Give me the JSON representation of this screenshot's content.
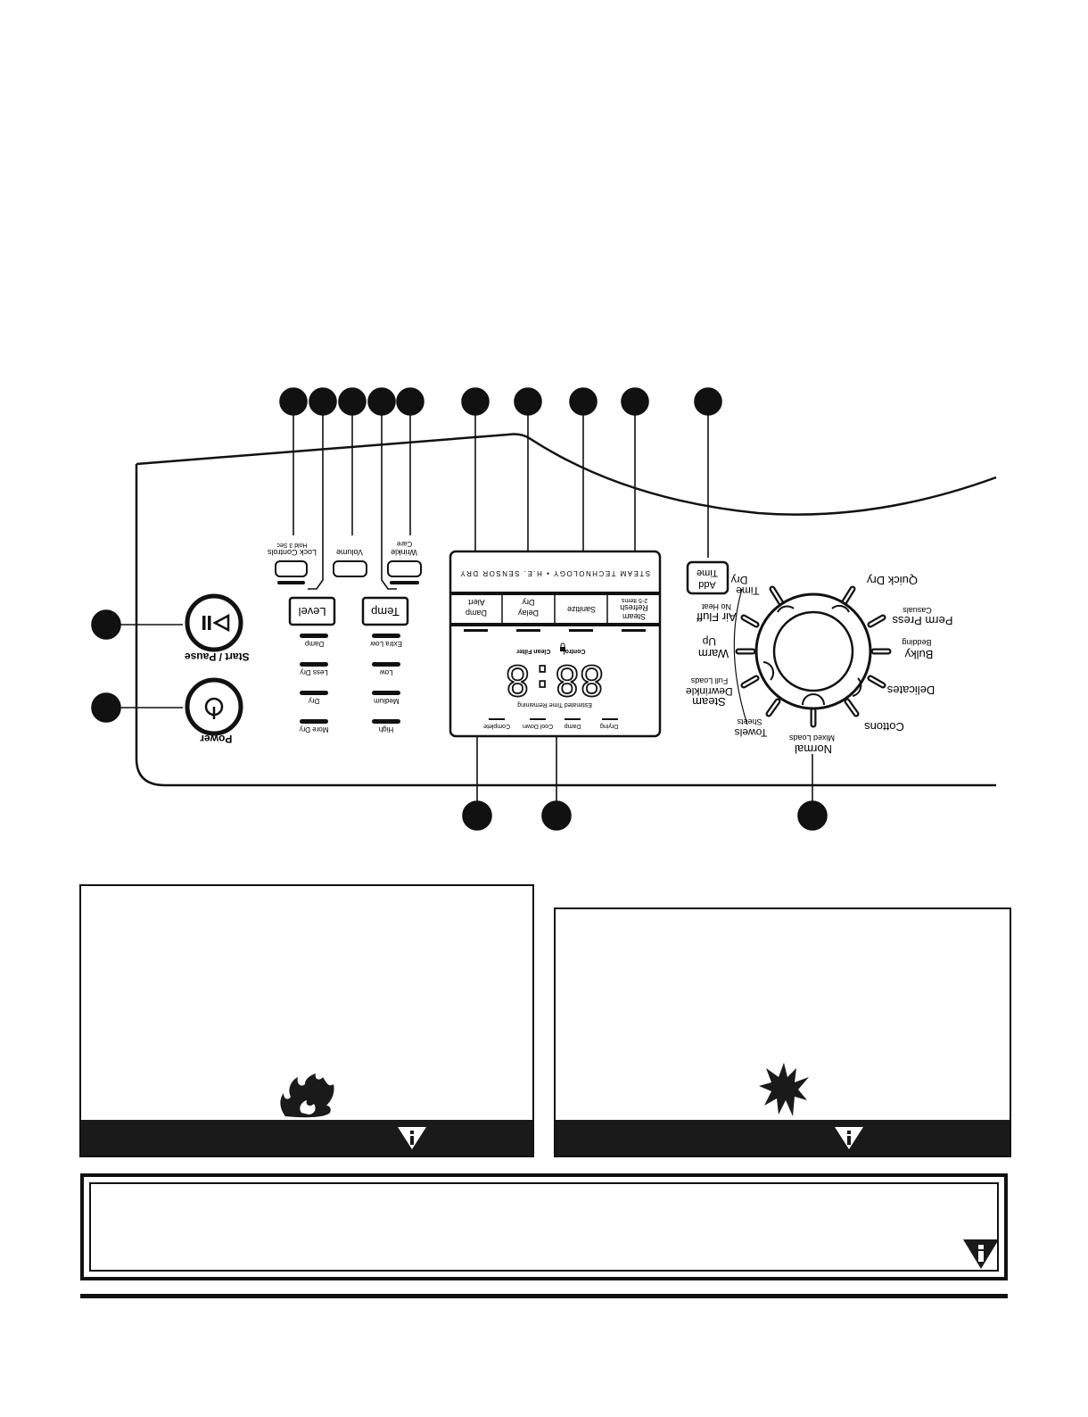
{
  "panel": {
    "buttons": {
      "lock_controls": "Lock Controls",
      "lock_hint": "Hold 3 Sec",
      "volume": "Volume",
      "wrinkle_care_1": "Wrinkle",
      "wrinkle_care_2": "Care",
      "level": "Level",
      "temp": "Temp",
      "start_pause": "Start / Pause",
      "power": "Power",
      "add_time_1": "Add",
      "add_time_2": "Time"
    },
    "level_options": [
      "Damp",
      "Less Dry",
      "Dry",
      "More Dry"
    ],
    "temp_options": [
      "Extra Low",
      "Low",
      "Medium",
      "High"
    ],
    "display": {
      "banner": "STEAM TECHNOLOGY • H.E. SENSOR DRY",
      "options": [
        {
          "l1": "Damp",
          "l2": "Alert"
        },
        {
          "l1": "Delay",
          "l2": "Dry"
        },
        {
          "l1": "Sanitize",
          "l2": ""
        },
        {
          "l1": "Steam",
          "l2": "Refresh",
          "l3": "2-5 Items"
        }
      ],
      "digits": "88:8",
      "control_lock": "Control",
      "clean_filter": "Clean Filter",
      "time_remaining": "Estimated Time Remaining",
      "status": [
        "Drying",
        "Damp",
        "Cool Down",
        "Complete"
      ]
    },
    "dial": {
      "right": [
        {
          "name": "Quick Dry",
          "sub": ""
        },
        {
          "name": "Perm Press",
          "sub": "Casuals"
        },
        {
          "name": "Bulky",
          "sub": "Bedding"
        },
        {
          "name": "Delicates",
          "sub": ""
        },
        {
          "name": "Cottons",
          "sub": ""
        }
      ],
      "left": [
        {
          "name": "Time",
          "name2": "Dry",
          "sub": ""
        },
        {
          "name": "Air Fluff",
          "sub": "No Heat"
        },
        {
          "name": "Warm",
          "name2": "Up",
          "sub": ""
        },
        {
          "name": "Steam",
          "name2": "Dewrinkle",
          "sub": "Full Loads"
        },
        {
          "name": "Towels",
          "sub": "Sheets"
        }
      ],
      "bottom": {
        "name": "Normal",
        "sub": "Mixed Loads"
      }
    }
  },
  "icons": {
    "fire": "fire-hazard-icon",
    "shock": "explosion-hazard-icon",
    "warning": "warning-triangle-icon"
  },
  "colors": {
    "ink": "#111111",
    "bar": "#1a1a1a"
  }
}
